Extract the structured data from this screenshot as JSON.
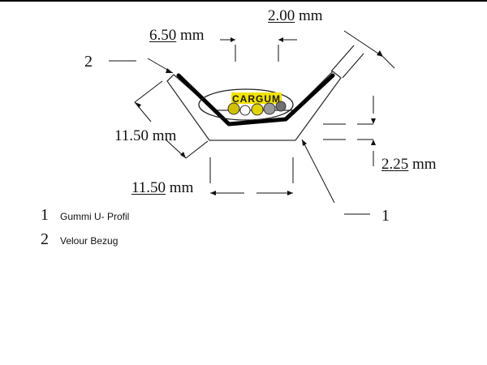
{
  "dimensions": {
    "top_gap": {
      "value": "2.00",
      "unit": "mm"
    },
    "top_inner": {
      "value": "6.50",
      "unit": "mm"
    },
    "side_length": {
      "value": "11.50",
      "unit": "mm"
    },
    "bottom_length": {
      "value": "11.50",
      "unit": "mm"
    },
    "depth": {
      "value": "2.25",
      "unit": "mm"
    }
  },
  "callouts": {
    "left": "2",
    "right": "1"
  },
  "logo_text": "CARGUM",
  "legend": [
    {
      "number": "1",
      "label": "Gummi U- Profil"
    },
    {
      "number": "2",
      "label": "Velour Bezug"
    }
  ]
}
